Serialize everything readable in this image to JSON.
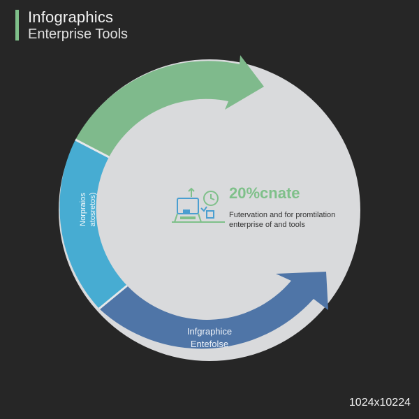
{
  "header": {
    "title": "Infographics",
    "subtitle": "Enterprise Tools"
  },
  "center": {
    "icon": "device-growth-clock-icon",
    "headline": "20%cnate",
    "description_line1": "Futervation and for promtilation",
    "description_line2": "enterprise of and tools"
  },
  "segments": {
    "top": {
      "color": "#7fba8c"
    },
    "left": {
      "color": "#47acd2",
      "label_line1": "Norpraios",
      "label_line2": "atosretos)"
    },
    "bottom": {
      "color": "#4f75a7",
      "label_line1": "Infgraphice",
      "label_line2": "Entefolse"
    }
  },
  "footer": {
    "dimensions": "1024x10224"
  },
  "colors": {
    "background": "#262626",
    "circle": "#d9dadc",
    "accent": "#7fc08a"
  }
}
